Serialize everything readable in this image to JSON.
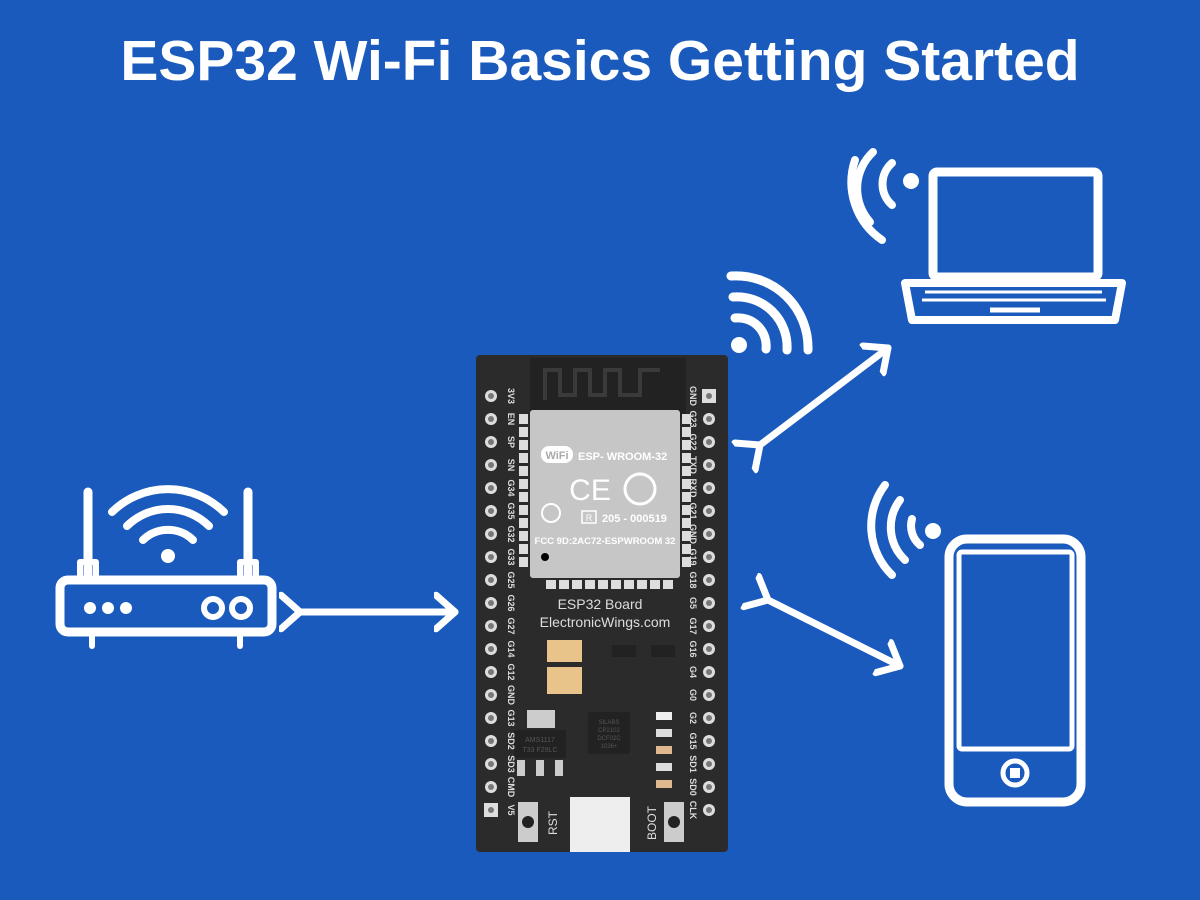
{
  "title": "ESP32 Wi-Fi Basics Getting Started",
  "colors": {
    "background": "#1a5abd",
    "board": "#2b2b2b",
    "module": "#c9c9c9",
    "icon": "#ffffff"
  },
  "board": {
    "name": "ESP32 Board",
    "site": "ElectronicWings.com",
    "module_name": "ESP- WROOM-32",
    "wifi_logo": "WiFi",
    "ce_mark": "CE",
    "reg_number": "205 - 000519",
    "reg_mark": "R",
    "fcc": "FCC 9D:2AC72-ESPWROOM 32",
    "regulator": [
      "AMS1117",
      "T33 F29LC"
    ],
    "usb_chip": [
      "SILABS",
      "CP2102",
      "DCF02C",
      "1036+"
    ],
    "rst_label": "RST",
    "boot_label": "BOOT",
    "left_pins": [
      "3V3",
      "EN",
      "SP",
      "SN",
      "G34",
      "G35",
      "G32",
      "G33",
      "G25",
      "G26",
      "G27",
      "G14",
      "G12",
      "GND",
      "G13",
      "SD2",
      "SD3",
      "CMD",
      "V5"
    ],
    "right_pins": [
      "GND",
      "G23",
      "G22",
      "TXD",
      "RXD",
      "G21",
      "GND",
      "G19",
      "G18",
      "G5",
      "G17",
      "G16",
      "G4",
      "G0",
      "G2",
      "G15",
      "SD1",
      "SD0",
      "CLK"
    ]
  },
  "devices": [
    "router-icon",
    "laptop-icon",
    "smartphone-icon"
  ]
}
